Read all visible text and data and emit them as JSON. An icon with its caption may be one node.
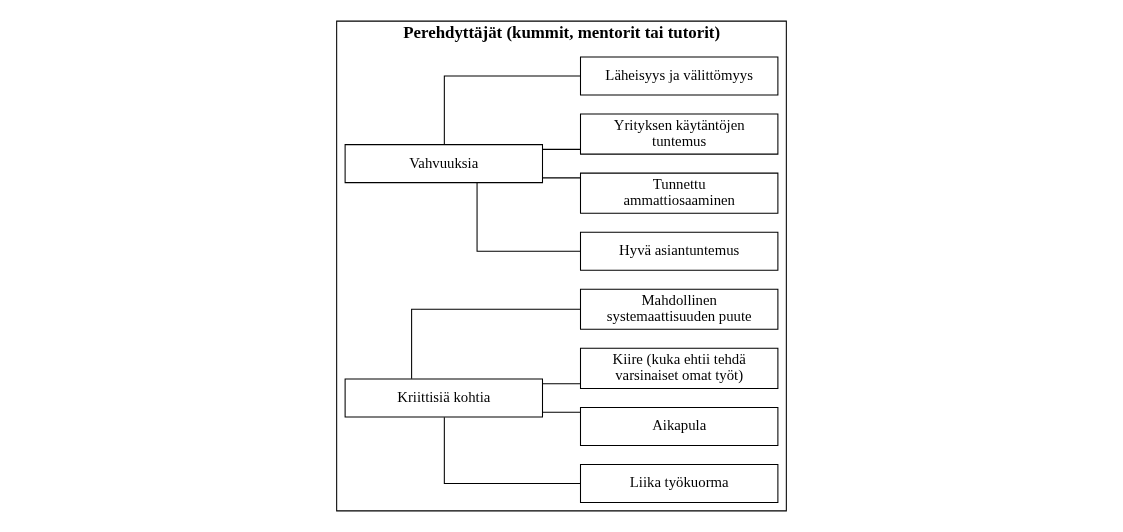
{
  "diagram": {
    "nodes": [
      {
        "text": [
          "Perehdyttäjät (kummit, mentorit tai tutorit)"
        ]
      },
      {
        "text": [
          "Vahvuuksia"
        ],
        "in": 0
      },
      {
        "text": [
          "Hyvä asiantuntemus"
        ],
        "in": 0
      },
      {
        "text": [
          "Tunnettu ammattiosaaminen"
        ],
        "in": 0
      },
      {
        "text": [
          "Yrityksen käytäntöjen tuntemus"
        ],
        "in": 0
      },
      {
        "text": [
          "Läheisyys ja välittömyys"
        ],
        "in": 0
      },
      {
        "text": [
          "Kriittisiä kohtia"
        ],
        "in": 0
      },
      {
        "text": [
          "Liika työkuorma"
        ],
        "in": 0
      },
      {
        "text": [
          "Aikapula"
        ],
        "in": 0
      },
      {
        "text": [
          "Kiire (kuka ehtii tehdä varsinaiset omat työt)"
        ],
        "in": 0
      },
      {
        "text": [
          "Mahdollinen systemaattisuuden puute"
        ],
        "in": 0
      }
    ],
    "edges": [
      {
        "from": 1,
        "to": 2,
        "arrow": "none"
      },
      {
        "from": 1,
        "to": 3,
        "arrow": "none"
      },
      {
        "from": 1,
        "to": 4,
        "arrow": "none"
      },
      {
        "from": 1,
        "to": 5,
        "arrow": "none"
      },
      {
        "from": 6,
        "to": 7,
        "arrow": "none"
      },
      {
        "from": 6,
        "to": 8,
        "arrow": "none"
      },
      {
        "from": 6,
        "to": 9,
        "arrow": "none"
      },
      {
        "from": 6,
        "to": 10,
        "arrow": "none"
      }
    ]
  }
}
